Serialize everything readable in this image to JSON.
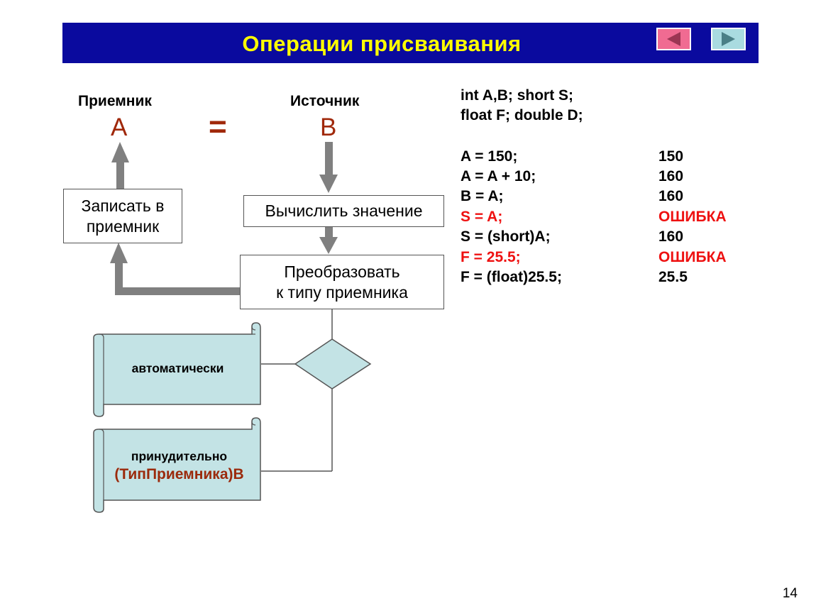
{
  "header": {
    "title": "Операции присваивания",
    "nav": {
      "prev_icon": "triangle-left-icon",
      "next_icon": "triangle-right-icon"
    }
  },
  "diagram": {
    "receiver_label": "Приемник",
    "receiver_var": "A",
    "equals": "=",
    "source_label": "Источник",
    "source_var": "B",
    "write_box": [
      "Записать в",
      "приемник"
    ],
    "compute_box": "Вычислить значение",
    "convert_box": [
      "Преобразовать",
      "к типу приемника"
    ],
    "auto_scroll": "автоматически",
    "forced_scroll": {
      "line1": "принудительно",
      "line2": "(ТипПриемника)B"
    }
  },
  "code": {
    "decl1": "int A,B;   short S;",
    "decl2": "float F;   double D;",
    "lines": [
      {
        "stmt": "A = 150;",
        "result": "150"
      },
      {
        "stmt": "A = A + 10;",
        "result": "160"
      },
      {
        "stmt": "B = A;",
        "result": "160"
      },
      {
        "stmt": "S = A;",
        "result": "ОШИБКА"
      },
      {
        "stmt": "S = (short)A;",
        "result": "160"
      },
      {
        "stmt": "F = 25.5;",
        "result": "ОШИБКА"
      },
      {
        "stmt": "F = (float)25.5;",
        "result": "25.5"
      }
    ]
  },
  "colors": {
    "title_bg": "#0a0a9e",
    "title_text": "#ffff00",
    "accent_brown": "#a0280a",
    "error_red": "#ee1111",
    "scroll_fill": "#c3e3e5"
  },
  "page_number": "14"
}
